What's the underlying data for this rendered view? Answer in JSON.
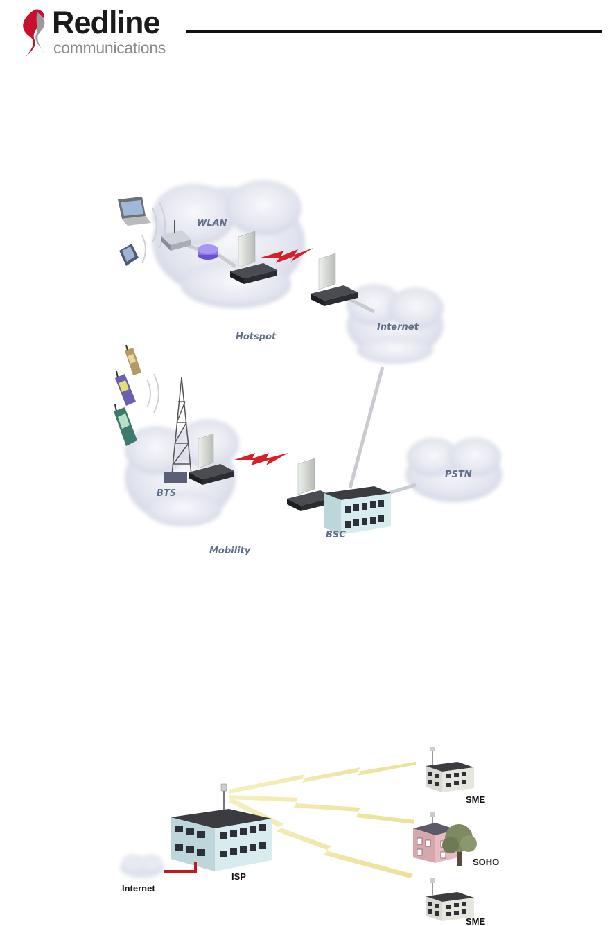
{
  "header": {
    "brand_name": "Redline",
    "brand_subtitle": "communications"
  },
  "figure1": {
    "labels": {
      "wlan": "WLAN",
      "hotspot": "Hotspot",
      "internet": "Internet",
      "bts": "BTS",
      "bsc": "BSC",
      "pstn": "PSTN",
      "mobility": "Mobility"
    }
  },
  "figure2": {
    "labels": {
      "sme_top": "SME",
      "soho": "SOHO",
      "sme_bottom": "SME",
      "isp": "ISP",
      "internet": "Internet"
    }
  },
  "colors": {
    "brand_red": "#c8102e",
    "cloud": "#e4e6ef",
    "cloud_label": "#5f6f88",
    "radio_link": "#d4202a",
    "wireless_beam": "#f3e9a8",
    "building": "#cfe6e8",
    "wire_red": "#c21a1a"
  }
}
